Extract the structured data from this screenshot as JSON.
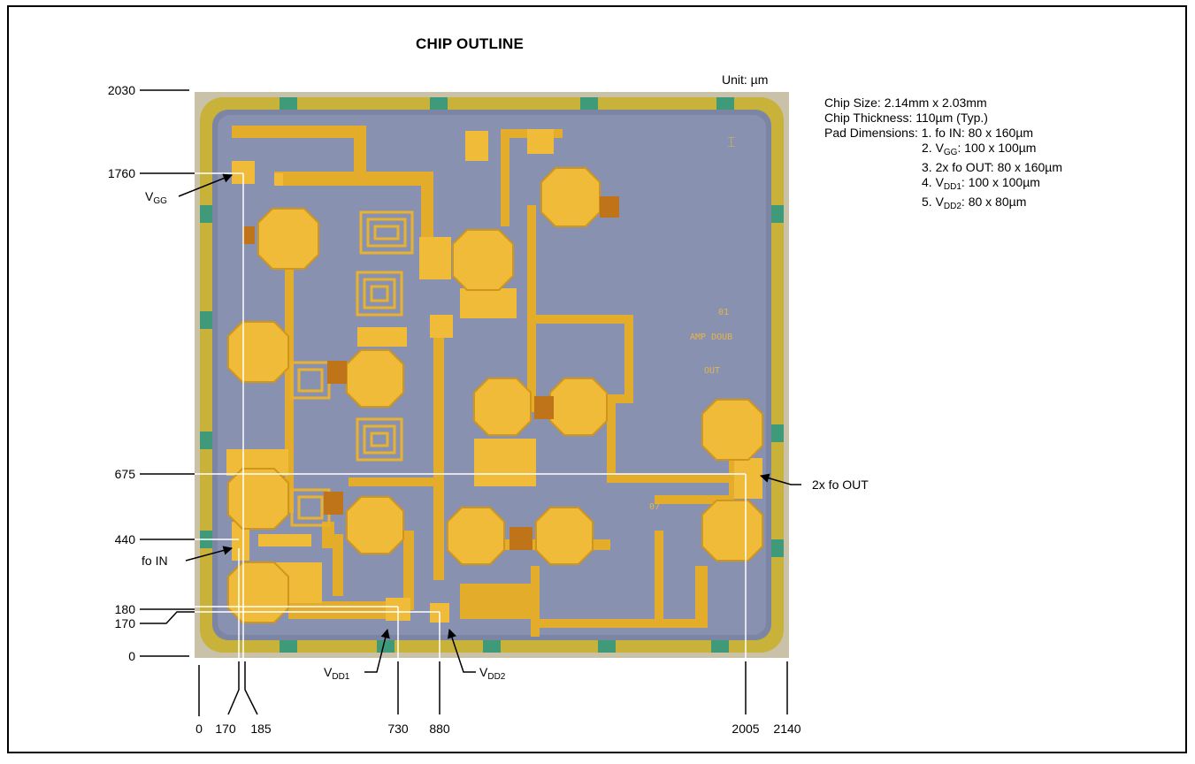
{
  "title": "CHIP OUTLINE",
  "unit_label": "Unit: µm",
  "specs": {
    "chip_size": "Chip Size: 2.14mm x 2.03mm",
    "chip_thickness": "Chip Thickness: 110µm (Typ.)",
    "pad_dimensions": "Pad Dimensions: 1. fo IN: 80 x 160µm",
    "pad_2_prefix": "2. V",
    "pad_2_sub": "GG",
    "pad_2_suffix": ": 100 x 100µm",
    "pad_3": "3. 2x fo OUT: 80 x 160µm",
    "pad_4_prefix": "4. V",
    "pad_4_sub": "DD1",
    "pad_4_suffix": ": 100 x 100µm",
    "pad_5_prefix": "5. V",
    "pad_5_sub": "DD2",
    "pad_5_suffix": ": 80 x 80µm"
  },
  "y_ticks": [
    "2030",
    "1760",
    "675",
    "440",
    "180",
    "170",
    "0"
  ],
  "x_ticks": [
    "0",
    "170",
    "185",
    "730",
    "880",
    "2005",
    "2140"
  ],
  "pad_labels": {
    "vgg_main": "V",
    "vgg_sub": "GG",
    "fo_in": "fo IN",
    "out": "2x fo OUT",
    "vdd1_main": "V",
    "vdd1_sub": "DD1",
    "vdd2_main": "V",
    "vdd2_sub": "DD2"
  },
  "chip_marking": {
    "line1": "01",
    "line2": "AMP DOUB",
    "line3": "OUT",
    "small": "07"
  }
}
